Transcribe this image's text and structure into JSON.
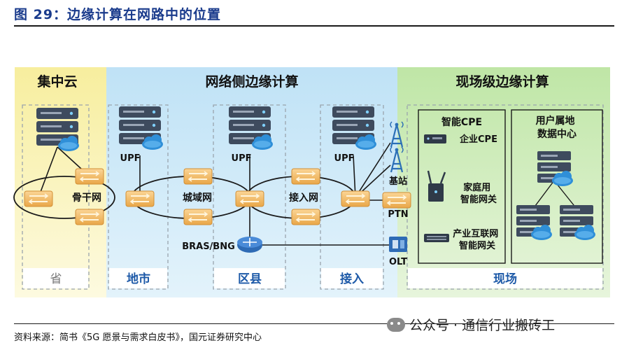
{
  "figure": {
    "title": "图 29：边缘计算在网路中的位置",
    "source": "资料来源：简书《5G 愿景与需求白皮书》，国元证券研究中心",
    "watermark": "公众号 · 通信行业搬砖工"
  },
  "zones": {
    "cloud": {
      "header": "集中云",
      "footer": "省"
    },
    "network": {
      "header": "网络侧边缘计算",
      "footers": [
        "地市",
        "区县",
        "接入"
      ]
    },
    "onsite": {
      "header": "现场级边缘计算",
      "footer": "现场"
    }
  },
  "network_labels": {
    "backbone": "骨干网",
    "metro": "城域网",
    "access": "接入网",
    "upf": "UPF",
    "bras": "BRAS/BNG",
    "base_station": "基站",
    "ptn": "PTN",
    "olt": "OLT"
  },
  "onsite": {
    "cpe_title": "智能CPE",
    "cpe_items": [
      {
        "label": "企业CPE"
      },
      {
        "label": "家庭用\n智能网关"
      },
      {
        "label": "产业互联网\n智能网关"
      }
    ],
    "dc_title": "用户属地\n数据中心"
  },
  "colors": {
    "cloud_bg": "#fbf6c0",
    "network_bg": "#cfe9f7",
    "onsite_bg": "#d8efc4",
    "header_text": "#1a3b8c",
    "footer_text": "#1e5aa8",
    "router": "#f3b85e",
    "server": "#3d4a5c",
    "cloud_icon": "#2f8fd8"
  }
}
